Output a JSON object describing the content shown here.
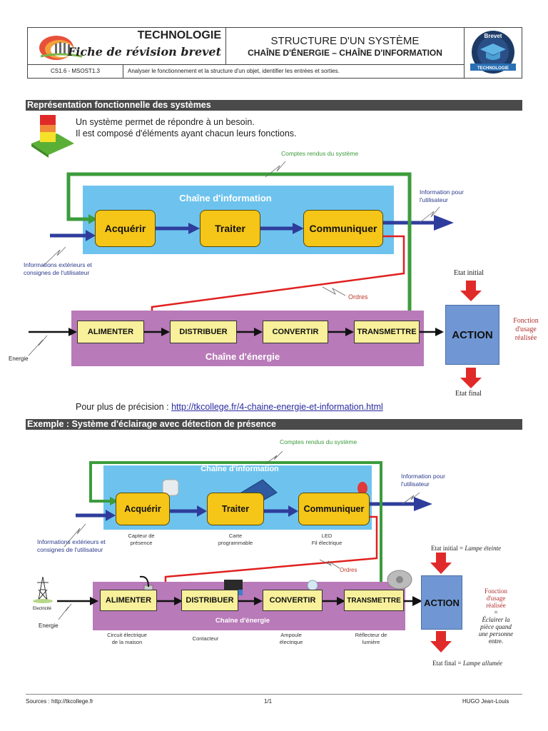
{
  "header": {
    "subject": "TECHNOLOGIE",
    "fiche": "Fiche de révision brevet",
    "title": "STRUCTURE D'UN SYSTÈME",
    "subtitle": "CHAÎNE D'ÉNERGIE – CHAÎNE D'INFORMATION",
    "code": "CS1.6 - MSOST1.3",
    "objective": "Analyser le fonctionnement et la structure d'un objet, identifier les entrées et sorties.",
    "badge_top": "Brevet",
    "badge_bottom": "TECHNOLOGIE"
  },
  "section1": {
    "title": "Représentation fonctionnelle des systèmes",
    "line1": "Un système permet de répondre à un besoin.",
    "line2": "Il est composé d'éléments ayant chacun leurs fonctions."
  },
  "diagram1": {
    "feedback_label": "Comptes rendus du système",
    "info_chain_title": "Chaîne d'information",
    "info_blocks": [
      "Acquérir",
      "Traiter",
      "Communiquer"
    ],
    "input_label_1": "Informations extérieurs et",
    "input_label_2": "consignes de l'utilisateur",
    "output_label_1": "Information pour",
    "output_label_2": "l'utilisateur",
    "orders_label": "Ordres",
    "energy_chain_title": "Chaîne d'énergie",
    "energy_blocks": [
      "ALIMENTER",
      "DISTRIBUER",
      "CONVERTIR",
      "TRANSMETTRE"
    ],
    "energy_input": "Energie",
    "action": "ACTION",
    "initial_state": "Etat initial",
    "final_state": "Etat final",
    "function_1": "Fonction",
    "function_2": "d'usage",
    "function_3": "réalisée"
  },
  "more": {
    "label": "Pour plus de précision  : ",
    "url": "http://tkcollege.fr/4-chaine-energie-et-information.html"
  },
  "section2": {
    "title": "Exemple : Système d'éclairage avec détection de présence"
  },
  "diagram2": {
    "feedback_label": "Comptes rendus du système",
    "info_chain_title": "Chaîne d'information",
    "info_blocks": [
      "Acquérir",
      "Traiter",
      "Communiquer"
    ],
    "info_captions": [
      [
        "Capteur de",
        "présence"
      ],
      [
        "Carte",
        "programmable"
      ],
      [
        "LED",
        "Fil électrique"
      ]
    ],
    "input_label_1": "Informations extérieurs et",
    "input_label_2": "consignes de l'utilisateur",
    "output_label_1": "Information pour",
    "output_label_2": "l'utilisateur",
    "orders_label": "Ordres",
    "energy_chain_title": "Chaîne d'énergie",
    "energy_blocks": [
      "ALIMENTER",
      "DISTRIBUER",
      "CONVERTIR",
      "TRANSMETTRE"
    ],
    "energy_captions": [
      [
        "Circuit électrique",
        "de la maison"
      ],
      [
        "Contacteur",
        ""
      ],
      [
        "Ampoule",
        "électrique"
      ],
      [
        "Réflecteur de",
        "lumière"
      ]
    ],
    "pylon_label": "Electricité",
    "energy_input": "Energie",
    "action": "ACTION",
    "initial_state": "Etat initial = ",
    "initial_state_value": "Lampe éteinte",
    "final_state": "Etat final = ",
    "final_state_value": "Lampe  allumée",
    "function_1": "Fonction",
    "function_2": "d'usage",
    "function_3": "réalisée",
    "function_eq": "=",
    "function_desc_1": "Éclairer la",
    "function_desc_2": "pièce quand",
    "function_desc_3": "une personne",
    "function_desc_4": "entre."
  },
  "footer": {
    "sources": "Sources : http://tkcollege.fr",
    "page": "1/1",
    "author": "HUGO Jean-Louis"
  },
  "colors": {
    "info_chain_bg": "#6ec3ee",
    "energy_chain_bg": "#b87ab8",
    "info_block": "#f5c518",
    "energy_block": "#f8f09a",
    "action": "#7097d4",
    "feedback_line": "#3c9c3c",
    "orders_line": "#e02020",
    "info_arrow": "#2e3d9c",
    "section_bar": "#4a4a4a"
  }
}
